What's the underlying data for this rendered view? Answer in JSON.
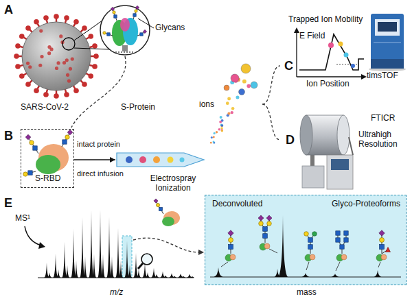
{
  "diagram": {
    "nodes": [
      {
        "text": [
          "S-RBD"
        ]
      },
      {
        "text": [
          "Electrospray Ionization"
        ]
      },
      {
        "text": [
          "Deconvoluted",
          "Glyco-Proteoforms"
        ]
      }
    ],
    "edges": [
      {
        "from": 0,
        "to": 1,
        "arrow": "to"
      }
    ],
    "labels": [
      "A",
      "SARS-CoV-2",
      "S-Protein",
      "Glycans",
      "B",
      "intact protein",
      "direct infusion",
      "ions",
      "C",
      "Trapped Ion Mobility",
      "E Field",
      "Ion Position",
      "timsTOF",
      "D",
      "FTICR",
      "Ultrahigh Resolution",
      "E",
      "MS¹",
      "m/z",
      "mass"
    ]
  }
}
